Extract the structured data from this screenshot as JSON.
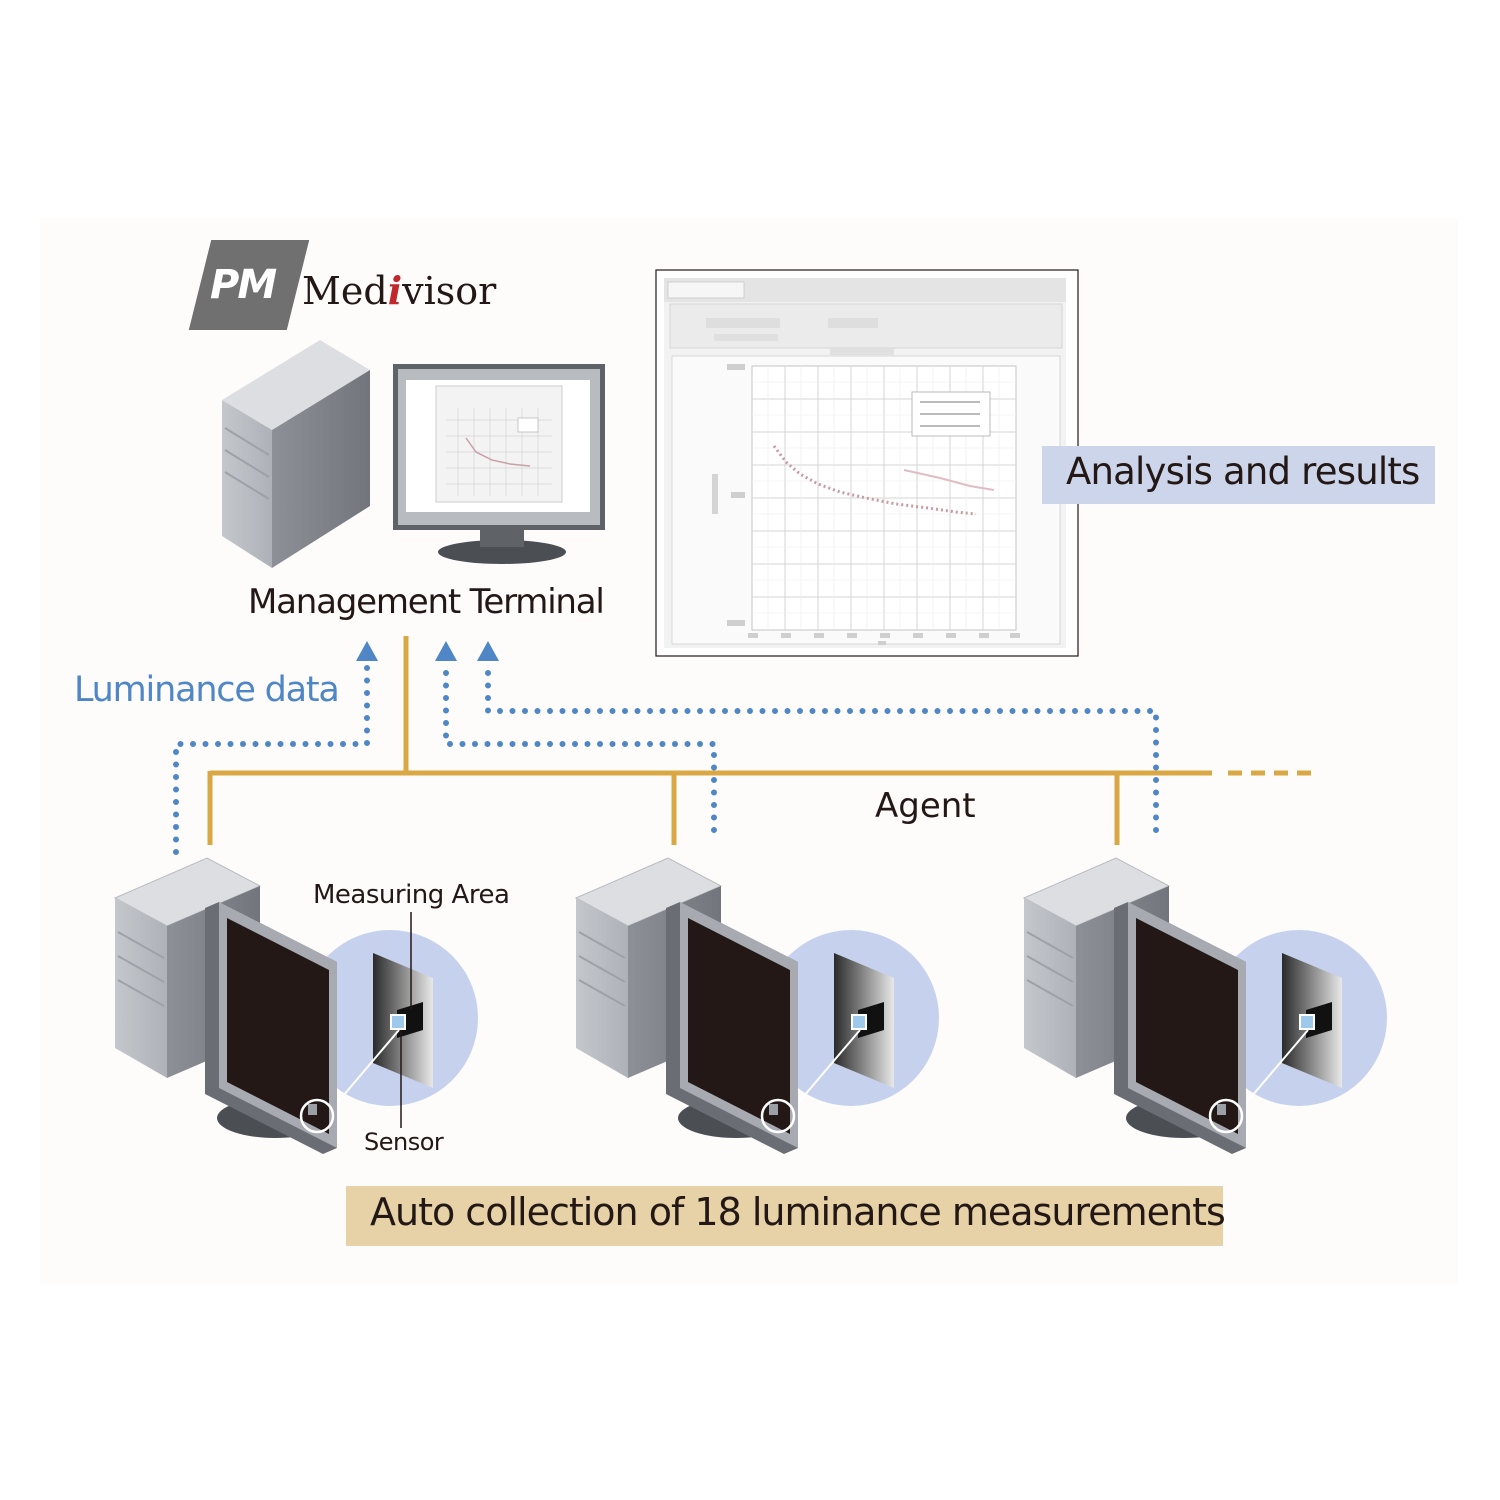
{
  "logo": {
    "mark": "PM",
    "word_prefix": "Med",
    "word_accent": "i",
    "word_suffix": "visor"
  },
  "labels": {
    "management_terminal": "Management Terminal",
    "luminance_data": "Luminance data",
    "agent": "Agent",
    "measuring_area": "Measuring Area",
    "sensor": "Sensor",
    "analysis_results": "Analysis and results",
    "auto_collection": "Auto collection of 18 luminance measurements"
  },
  "colors": {
    "network_line": "#d9a845",
    "data_dots": "#4f86c6",
    "analysis_box": "#ccd5ea",
    "auto_box": "#e6d2a6",
    "sensor_circle": "#c6d2ed",
    "logo_accent": "#c0282e"
  },
  "icons": [
    "server-icon",
    "monitor-icon",
    "arrow-up-icon",
    "sensor-circle-icon"
  ]
}
